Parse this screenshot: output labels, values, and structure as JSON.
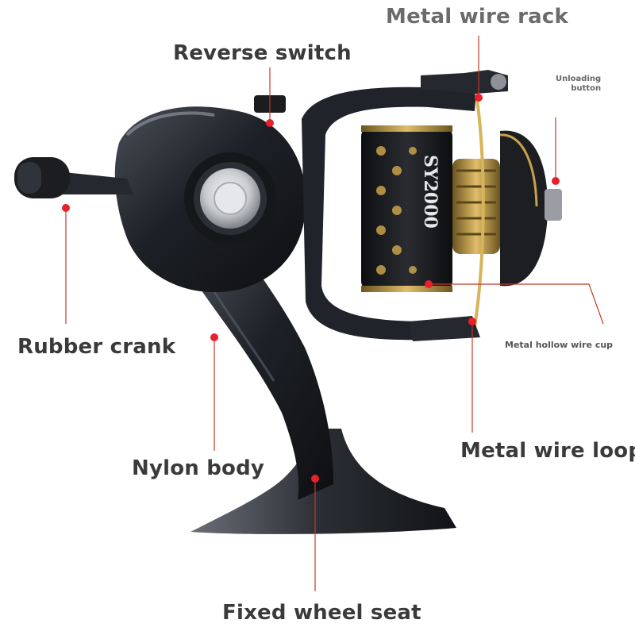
{
  "labels": {
    "metal_wire_rack": "Metal wire rack",
    "reverse_switch": "Reverse switch",
    "unloading_button_line1": "Unloading",
    "unloading_button_line2": "button",
    "rubber_crank": "Rubber crank",
    "metal_hollow_wire_cup": "Metal hollow wire cup",
    "metal_wire_loop": "Metal wire loop",
    "nylon_body": "Nylon body",
    "fixed_wheel_seat": "Fixed wheel seat"
  },
  "reel": {
    "model_text": "SY2000"
  },
  "colors": {
    "label_text": "#3a3a3a",
    "leader_line": "#c0392b",
    "marker": "#e8202a",
    "reel_body": "#1f2228",
    "gold_accent": "#c8a24a"
  }
}
